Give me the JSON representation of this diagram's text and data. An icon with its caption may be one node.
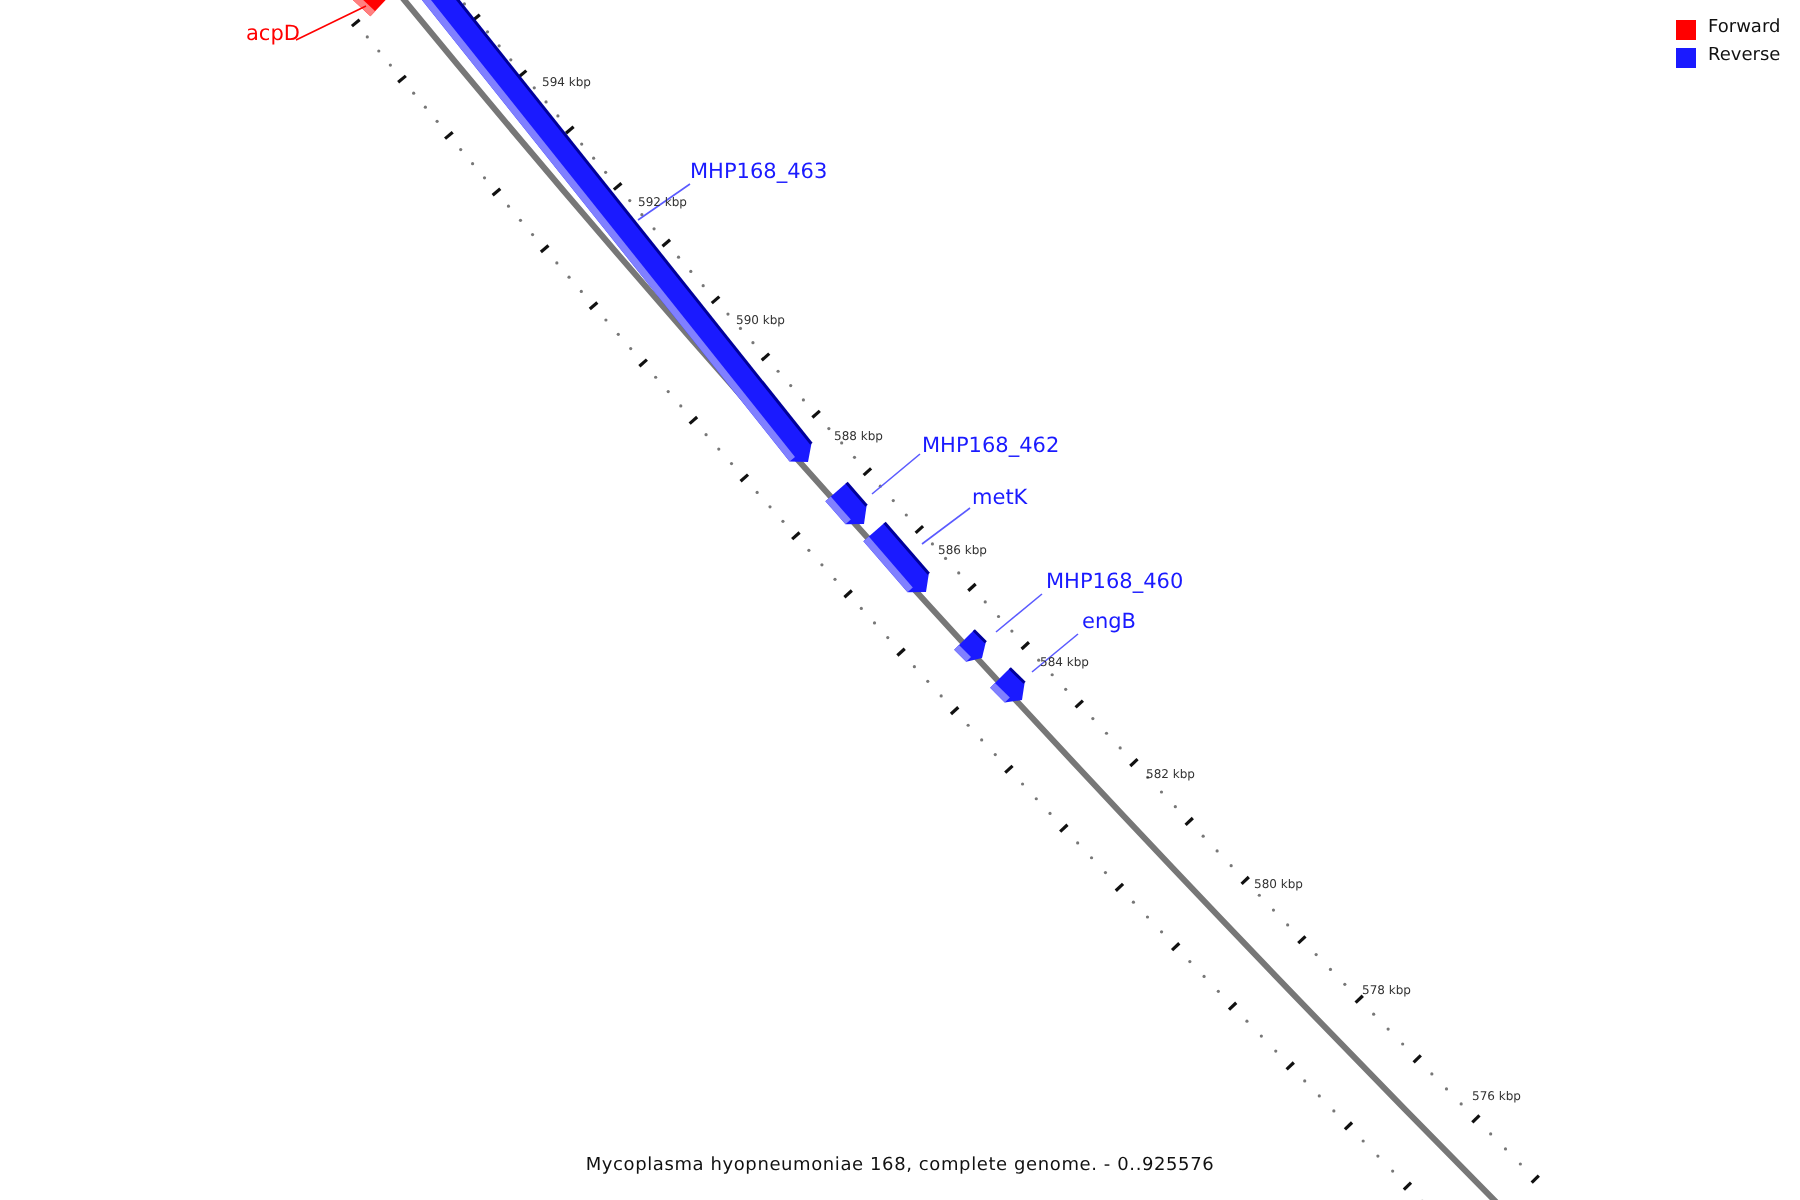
{
  "diagram": {
    "caption": "Mycoplasma hyopneumoniae 168, complete genome. - 0..925576",
    "nodes": [
      {
        "text": [
          "acpD"
        ]
      },
      {
        "text": [],
        "shape": "bar"
      },
      {
        "text": [],
        "shape": "bar"
      },
      {
        "text": [
          "MHP168_463"
        ]
      },
      {
        "text": [
          "MHP168_462"
        ]
      },
      {
        "text": [],
        "shape": "bar"
      },
      {
        "text": [
          "metK"
        ]
      },
      {
        "text": [],
        "shape": "bar"
      },
      {
        "text": [
          "MHP168_460"
        ]
      },
      {
        "text": [],
        "shape": "bar"
      },
      {
        "text": [
          "engB"
        ]
      },
      {
        "text": [],
        "shape": "bar"
      }
    ],
    "edges": [
      {
        "from": 0,
        "to": 1,
        "arrow": "none",
        "color": "#ff0000"
      },
      {
        "from": 3,
        "to": 2,
        "arrow": "none"
      },
      {
        "from": 4,
        "to": 5,
        "arrow": "none"
      },
      {
        "from": 6,
        "to": 7,
        "arrow": "none"
      },
      {
        "from": 8,
        "to": 9,
        "arrow": "none"
      },
      {
        "from": 10,
        "to": 11,
        "arrow": "none"
      }
    ],
    "labels": [
      "594 kbp",
      "592 kbp",
      "590 kbp",
      "588 kbp",
      "586 kbp",
      "584 kbp",
      "582 kbp",
      "580 kbp",
      "578 kbp",
      "576 kbp"
    ],
    "legend": [
      {
        "text": "Forward",
        "color": "#ff0000"
      },
      {
        "text": "Reverse",
        "color": "#1a1aff"
      }
    ]
  }
}
